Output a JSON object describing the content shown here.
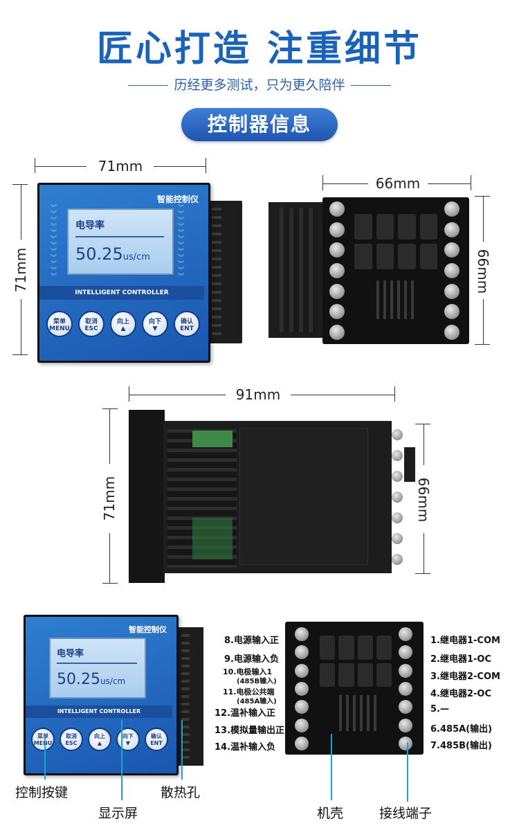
{
  "header": {
    "title": "匠心打造 注重细节",
    "subtitle": "历经更多测试，只为更久陪伴",
    "section_badge": "控制器信息"
  },
  "dimensions": {
    "front_width": "71mm",
    "front_height": "71mm",
    "back_width": "66mm",
    "back_height": "66mm",
    "side_length": "91mm",
    "side_height_left": "71mm",
    "side_height_right": "66mm"
  },
  "device": {
    "brand": "智能控制仪",
    "lcd_title": "电导率",
    "lcd_value": "50.25",
    "lcd_unit": "us/cm",
    "footer_text": "INTELLIGENT CONTROLLER",
    "buttons": [
      {
        "cn": "菜单",
        "en": "MENU"
      },
      {
        "cn": "取消",
        "en": "ESC"
      },
      {
        "cn": "向上",
        "en": "▲"
      },
      {
        "cn": "向下",
        "en": "▼"
      },
      {
        "cn": "确认",
        "en": "ENT"
      }
    ]
  },
  "terminals": {
    "left": [
      "8.电源输入正",
      "9.电源输入负",
      "10.电极输入1",
      "(485B输入)",
      "11.电极公共端",
      "(485A输入)",
      "12.温补输入正",
      "13.模拟量输出正",
      "14.温补输入负"
    ],
    "right": [
      "1.继电器1-COM",
      "2.继电器1-OC",
      "3.继电器2-COM",
      "4.继电器2-OC",
      "5.—",
      "6.485A(输出)",
      "7.485B(输出)"
    ]
  },
  "callouts": {
    "control_keys": "控制按键",
    "display": "显示屏",
    "vents": "散热孔",
    "housing": "机壳",
    "terminal_block": "接线端子"
  },
  "colors": {
    "accent_blue": "#1a63b8",
    "panel_blue": "#2a72c8",
    "leader_cyan": "#1aa3d9"
  }
}
